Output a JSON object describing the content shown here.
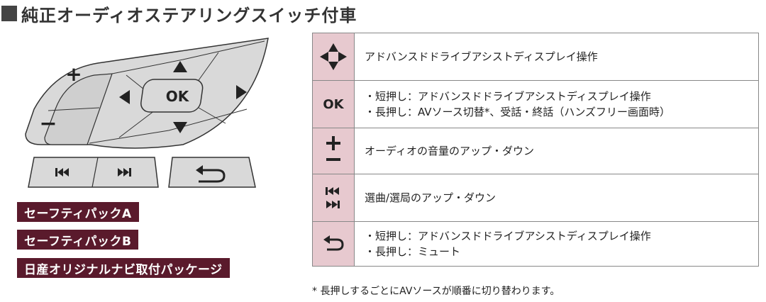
{
  "title": "純正オーディオステアリングスイッチ付車",
  "wheel": {
    "ok_label": "OK",
    "plus": "+",
    "minus": "−"
  },
  "badges": [
    "セーフティパックA",
    "セーフティパックB",
    "日産オリジナルナビ取付パッケージ"
  ],
  "table": {
    "rows": [
      {
        "icon": "dpad-arrows-icon",
        "lines": [
          "アドバンスドドライブアシストディスプレイ操作"
        ]
      },
      {
        "icon": "ok-icon",
        "icon_text": "OK",
        "lines": [
          "・短押し：アドバンスドドライブアシストディスプレイ操作",
          "・長押し：AVソース切替*、受話・終話（ハンズフリー画面時）"
        ]
      },
      {
        "icon": "plus-minus-icon",
        "lines": [
          "オーディオの音量のアップ・ダウン"
        ]
      },
      {
        "icon": "skip-track-icon",
        "lines": [
          "選曲/選局のアップ・ダウン"
        ]
      },
      {
        "icon": "return-arrow-icon",
        "lines": [
          "・短押し：アドバンスドドライブアシストディスプレイ操作",
          "・長押し：ミュート"
        ]
      }
    ]
  },
  "footnote": "* 長押しするごとにAVソースが順番に切り替わります。"
}
